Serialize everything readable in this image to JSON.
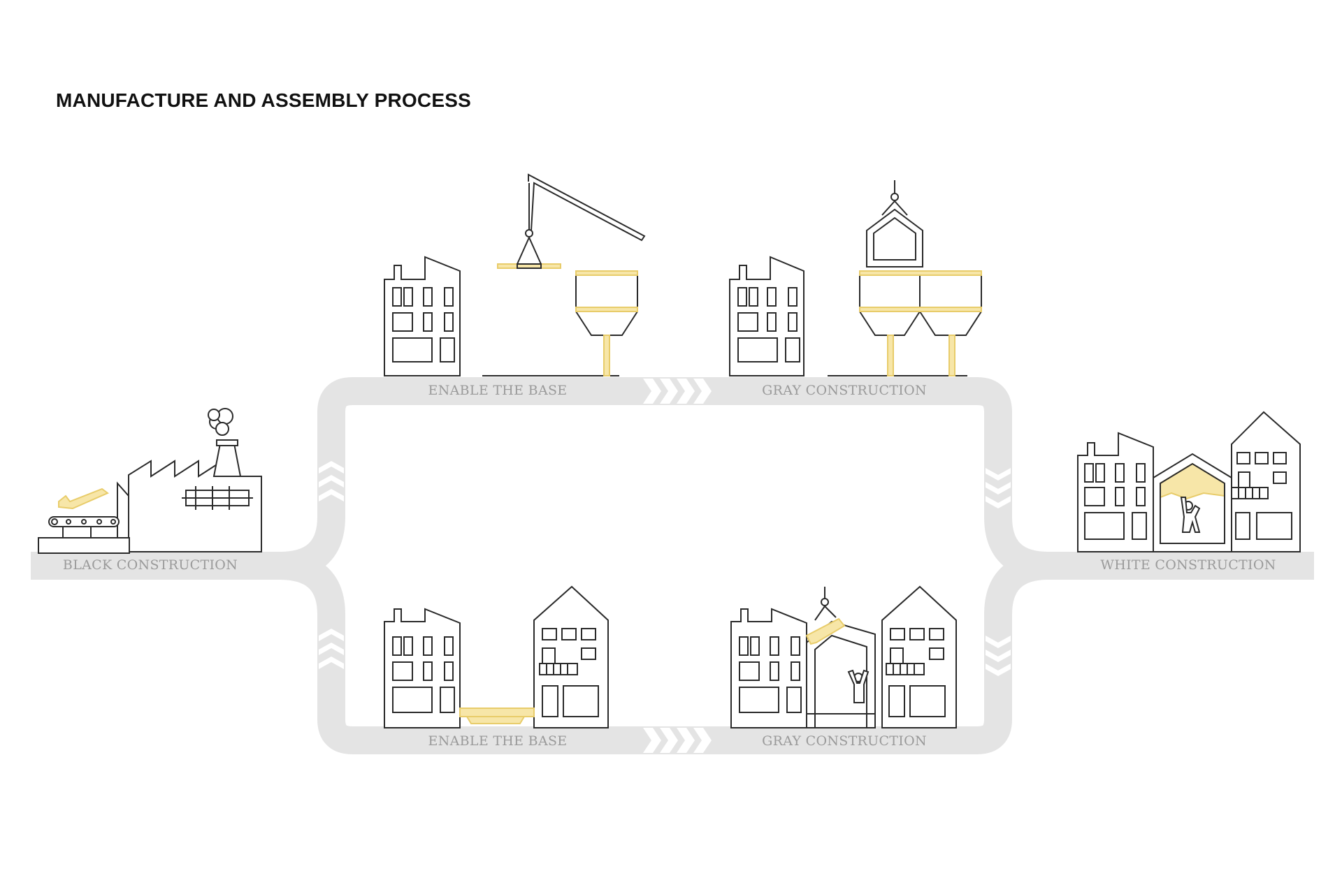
{
  "title": "MANUFACTURE AND ASSEMBLY PROCESS",
  "steps": {
    "black": "BLACK CONSTRUCTION",
    "top_enable": "ENABLE THE BASE",
    "top_gray": "GRAY CONSTRUCTION",
    "bottom_enable": "ENABLE THE BASE",
    "bottom_gray": "GRAY CONSTRUCTION",
    "white": "WHITE CONSTRUCTION"
  },
  "colors": {
    "road": "#e4e4e4",
    "highlight": "#f7e6a8",
    "line": "#2a2a2a",
    "label": "#9a9a9a"
  }
}
